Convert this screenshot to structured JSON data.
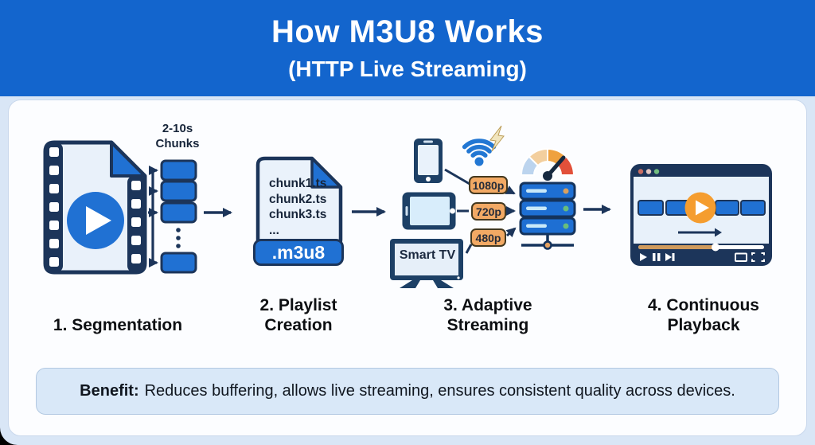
{
  "header": {
    "title": "How M3U8 Works",
    "subtitle": "(HTTP Live Streaming)"
  },
  "step1": {
    "chunks_label": "2-10s\nChunks",
    "label": "1. Segmentation"
  },
  "step2": {
    "files": [
      "chunk1.ts",
      "chunk2.ts",
      "chunk3.ts",
      "..."
    ],
    "badge": ".m3u8",
    "label": "2. Playlist\nCreation"
  },
  "step3": {
    "tv_label": "Smart TV",
    "qualities": [
      "1080p",
      "720p",
      "480p"
    ],
    "label": "3. Adaptive\nStreaming"
  },
  "step4": {
    "label": "4. Continuous\nPlayback"
  },
  "benefit": {
    "heading": "Benefit:",
    "text": "Reduces buffering, allows live streaming, ensures consistent quality across devices."
  },
  "colors": {
    "header_bg": "#1365cd",
    "navy_outline": "#1c355a",
    "primary_blue": "#2071d3",
    "play_orange": "#f49a2d",
    "quality_badge_bg": "#f2a964",
    "gauge_segments": [
      "#bcd4ee",
      "#f3cf9e",
      "#efa13f",
      "#e2503a"
    ],
    "benefit_bg": "#d9e8f8"
  }
}
